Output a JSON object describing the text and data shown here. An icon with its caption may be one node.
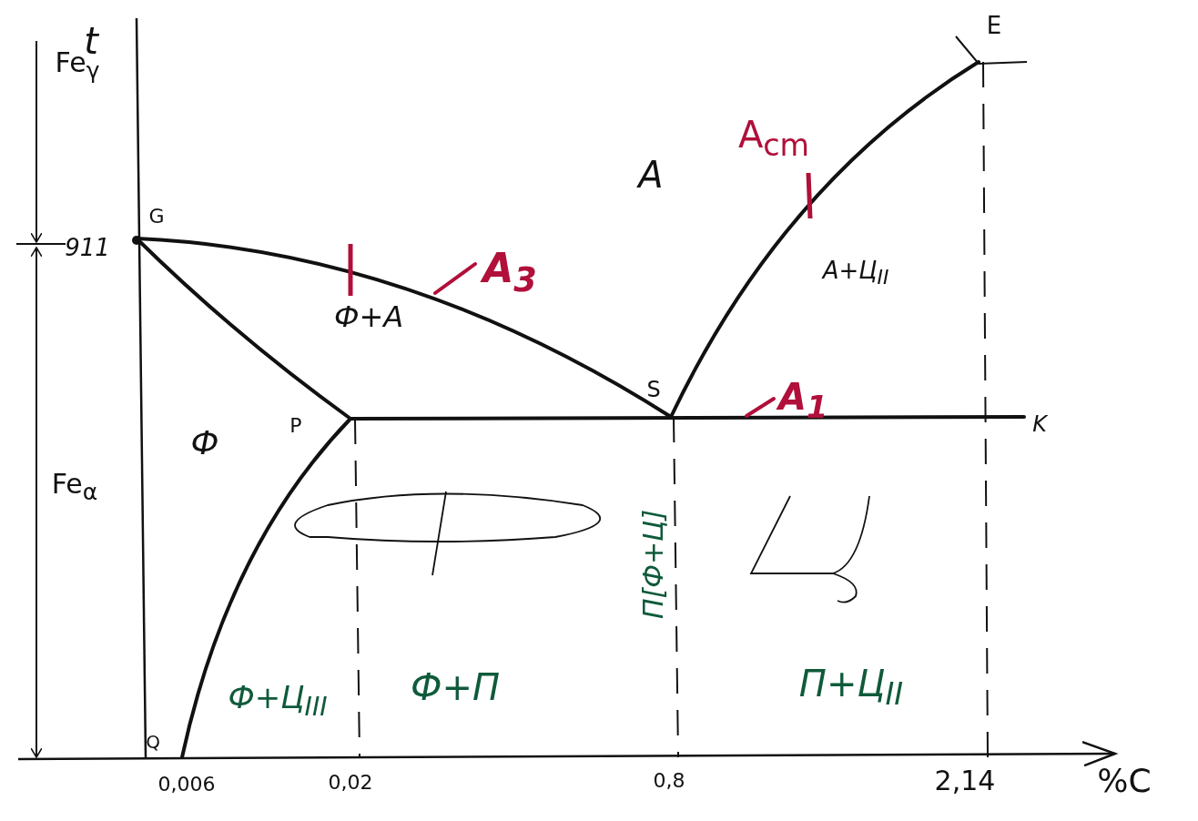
{
  "diagram": {
    "nodes": [
      {
        "text": [
          "A$_{3}$"
        ]
      },
      {
        "text": [
          "A$_{1}$"
        ]
      }
    ],
    "edges": [
      {
        "from": 0,
        "to": null,
        "arrow": "none"
      },
      {
        "from": 1,
        "to": null,
        "arrow": "none"
      }
    ],
    "labels": [
      "t",
      "Fe$_{γ}$",
      "G",
      "911",
      "A",
      "A$_{cm}$",
      "A+Ц$_{II}$",
      "Ф+А",
      "S",
      "K",
      "Ф",
      "P",
      "Fe$_{α}$",
      "П[Ф+Ц]",
      "Ф+Ц$_{III}$",
      "Ф+П",
      "П+Ц$_{II}$",
      "Q",
      "0,006",
      "0,02",
      "0,8",
      "2,14",
      "%C",
      "E"
    ]
  }
}
